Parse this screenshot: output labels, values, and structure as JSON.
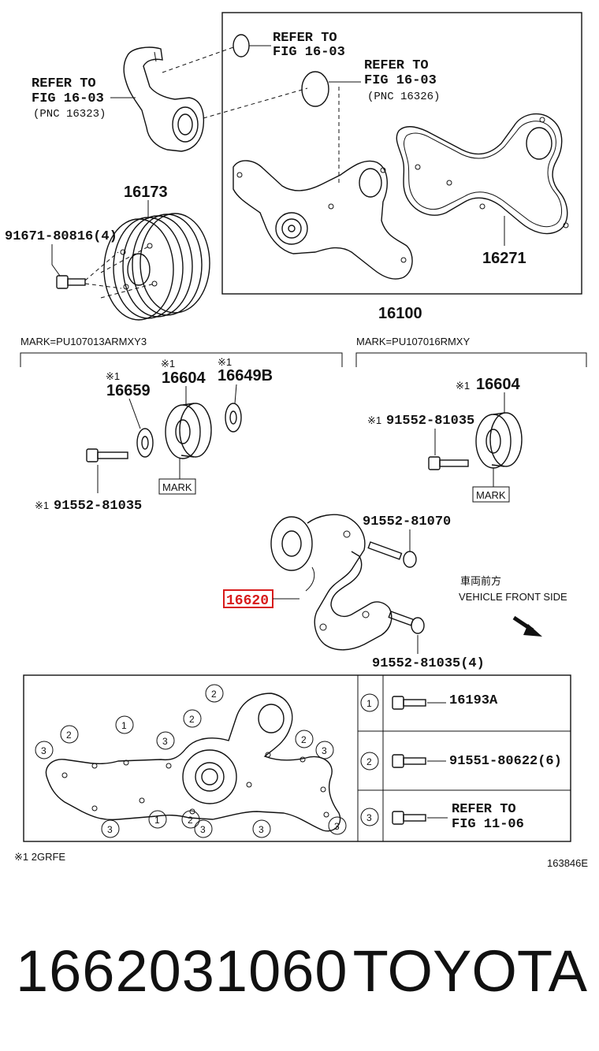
{
  "diagram": {
    "refer_fig_16_03_a": [
      "REFER TO",
      "FIG 16-03"
    ],
    "refer_fig_16_03_b": [
      "REFER TO",
      "FIG 16-03",
      "(PNC 16326)"
    ],
    "refer_fig_16_03_c": [
      "REFER TO",
      "FIG 16-03",
      "(PNC 16323)"
    ],
    "pulley_label": "16173",
    "bolt_label_top": "91671-80816(4)",
    "gasket_label": "16271",
    "water_pump_label": "16100",
    "mark_left": "MARK=PU107013ARMXY3",
    "mark_right": "MARK=PU107016RMXY",
    "note_mark": "※1",
    "left_idler": "16604",
    "left_washer_a": "16659",
    "left_washer_b": "16649B",
    "left_bolt": "91552-81035",
    "mark_box": "MARK",
    "right_idler": "16604",
    "right_bolt": "91552-81035",
    "tensioner_bolt_top": "91552-81070",
    "tensioner_bolt_bottom": "91552-81035(4)",
    "tensioner_label": "16620",
    "front_side_jp": "車両前方",
    "front_side_en": "VEHICLE FRONT SIDE",
    "legend": [
      {
        "num": "1",
        "part": "16193A"
      },
      {
        "num": "2",
        "part": "91551-80622(6)"
      },
      {
        "num": "3",
        "part": "REFER TO|FIG 11-06"
      }
    ],
    "footnote": "※1 2GRFE",
    "illustration_code": "163846E"
  },
  "footer": {
    "part_number": "1662031060",
    "brand": "TOYOTA"
  },
  "colors": {
    "highlight": "#d81b1b",
    "ink": "#111111"
  }
}
